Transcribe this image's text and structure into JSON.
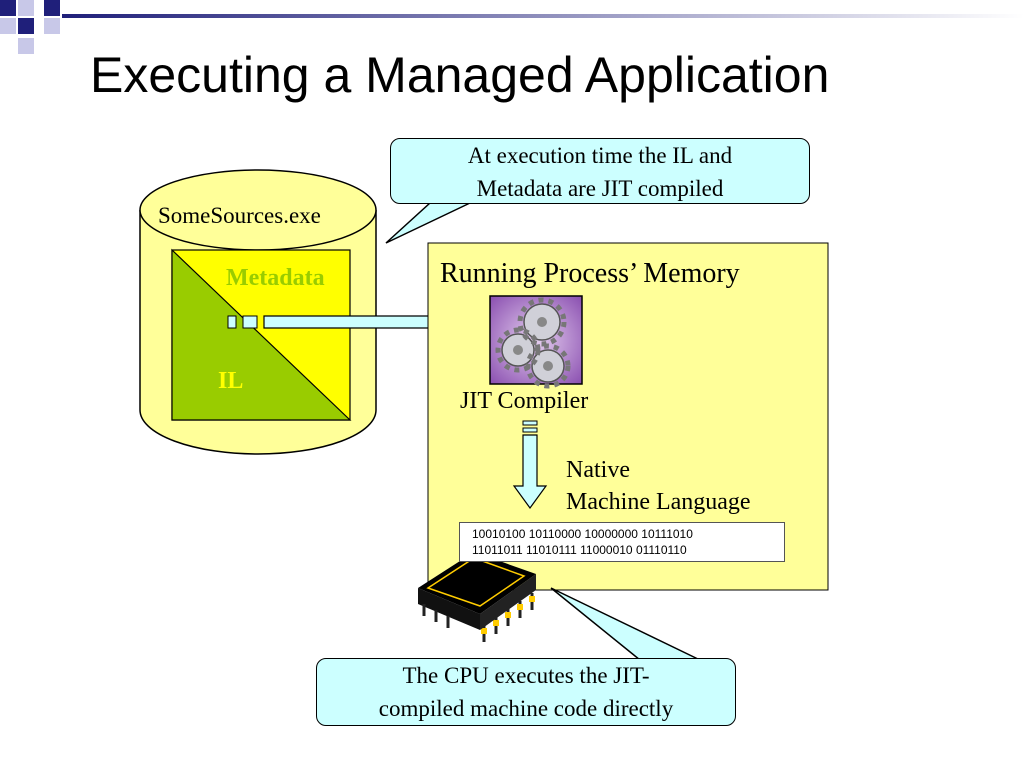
{
  "title": "Executing a Managed Application",
  "callout_top": {
    "line1": "At execution time the IL and",
    "line2": "Metadata are JIT compiled"
  },
  "file": {
    "name": "SomeSources.exe",
    "metadata": "Metadata",
    "il": "IL"
  },
  "memory": {
    "label": "Running Process’ Memory"
  },
  "jit": {
    "label": "JIT Compiler"
  },
  "native": {
    "line1": "Native",
    "line2": "Machine Language"
  },
  "binary": {
    "line1": "10010100 10110000 10000000 10111010",
    "line2": "11011011 11010111 11000010 01110110"
  },
  "callout_bottom": {
    "line1": "The CPU executes the JIT-",
    "line2": "compiled machine code directly"
  },
  "colors": {
    "cylinder": "#ffff99",
    "il_green": "#99cc00",
    "metadata_yellow": "#ffff00",
    "callout": "#ccffff",
    "memory_box": "#ffff99",
    "gear_bg": "#9966cc",
    "chip": "#000000",
    "accent_navy": "#1f1f7a"
  },
  "icons": {
    "gears": "gears-icon",
    "chip": "cpu-chip-icon"
  }
}
